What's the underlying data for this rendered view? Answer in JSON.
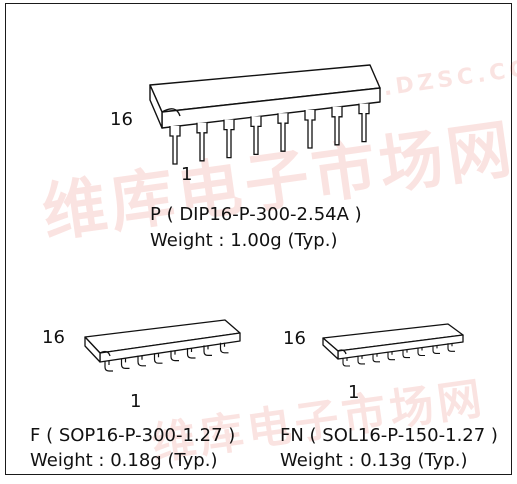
{
  "figure": {
    "dip": {
      "pin_top": "16",
      "pin_bottom": "1",
      "name": "P ( DIP16-P-300-2.54A )",
      "weight": "Weight : 1.00g (Typ.)"
    },
    "sop": {
      "pin_top": "16",
      "pin_bottom": "1",
      "name": "F ( SOP16-P-300-1.27 )",
      "weight": "Weight : 0.18g (Typ.)"
    },
    "sol": {
      "pin_top": "16",
      "pin_bottom": "1",
      "name": "FN ( SOL16-P-150-1.27 )",
      "weight": "Weight : 0.13g (Typ.)"
    }
  },
  "watermark": {
    "text_cn": "维库电子市场网",
    "text_en": "WWW.DZSC.COM",
    "color": "#e03020"
  }
}
